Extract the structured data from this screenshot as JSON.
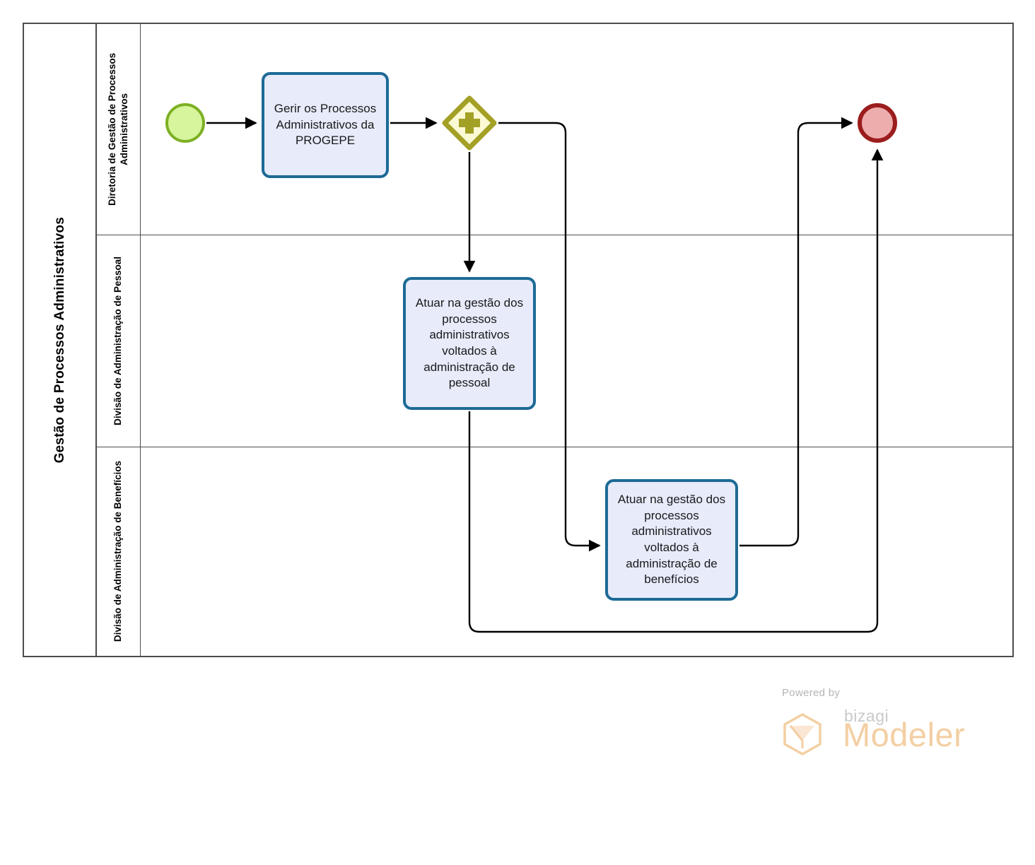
{
  "diagram": {
    "type": "bpmn-process-diagram",
    "pool": {
      "title": "Gestão de Processos Administrativos"
    },
    "lanes": [
      {
        "id": "lane-diretoria",
        "label": "Diretoria de Gestão de Processos Administrativos"
      },
      {
        "id": "lane-pessoal",
        "label": "Divisão de Administração de Pessoal"
      },
      {
        "id": "lane-beneficios",
        "label": "Divisão de Administração de Benefícios"
      }
    ],
    "nodes": {
      "start_event": {
        "type": "start-event",
        "label": "",
        "lane": "lane-diretoria"
      },
      "task_gerir": {
        "type": "task",
        "label": "Gerir os Processos Administrativos da PROGEPE",
        "lane": "lane-diretoria"
      },
      "gateway": {
        "type": "parallel-gateway",
        "label": "",
        "marker": "+",
        "lane": "lane-diretoria"
      },
      "task_pessoal": {
        "type": "task",
        "label": "Atuar na gestão dos processos administrativos voltados à administração de pessoal",
        "lane": "lane-pessoal"
      },
      "task_beneficios": {
        "type": "task",
        "label": "Atuar na gestão dos processos administrativos voltados à administração de benefícios",
        "lane": "lane-beneficios"
      },
      "end_event": {
        "type": "end-event",
        "label": "",
        "lane": "lane-diretoria"
      }
    },
    "flows": [
      {
        "from": "start_event",
        "to": "task_gerir"
      },
      {
        "from": "task_gerir",
        "to": "gateway"
      },
      {
        "from": "gateway",
        "to": "task_pessoal"
      },
      {
        "from": "gateway",
        "to": "task_beneficios"
      },
      {
        "from": "task_pessoal",
        "to": "end_event"
      },
      {
        "from": "task_beneficios",
        "to": "end_event"
      }
    ],
    "colors": {
      "pool_border": "#4d4d4d",
      "task_fill": "#e7ebfa",
      "task_border": "#1d6a96",
      "start_fill": "#d7f59c",
      "start_border": "#7cb023",
      "end_fill": "#eeadad",
      "end_border": "#9c1d1d",
      "gateway_fill": "#fbfad4",
      "gateway_border": "#a3a026",
      "connector": "#000000"
    }
  },
  "watermark": {
    "powered_by": "Powered by",
    "brand": "bizagi",
    "product": "Modeler",
    "brand_color": "#f3cfa3"
  }
}
